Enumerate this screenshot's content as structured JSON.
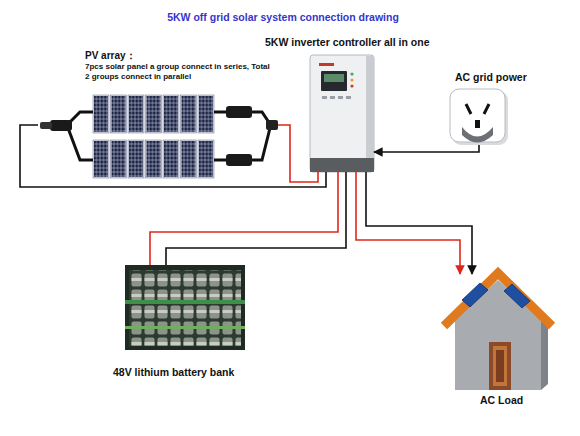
{
  "diagram": {
    "title": "5KW off grid solar system connection drawing",
    "nodes": [
      {
        "text": [
          "PV array：",
          "7pcs solar panel a group connect in series, Total 2 groups connect in parallel"
        ]
      },
      {
        "text": [
          "5KW inverter controller all in one"
        ]
      },
      {
        "text": [
          "AC grid power"
        ]
      },
      {
        "text": [
          "48V lithium battery bank"
        ]
      },
      {
        "text": [
          "AC Load"
        ]
      }
    ],
    "edges": [
      {
        "from": 0,
        "to": 1,
        "arrow": "none"
      },
      {
        "from": 2,
        "to": 1,
        "arrow": "to"
      },
      {
        "from": 1,
        "to": 3,
        "arrow": "none"
      },
      {
        "from": 1,
        "to": 4,
        "arrow": "to"
      }
    ]
  }
}
